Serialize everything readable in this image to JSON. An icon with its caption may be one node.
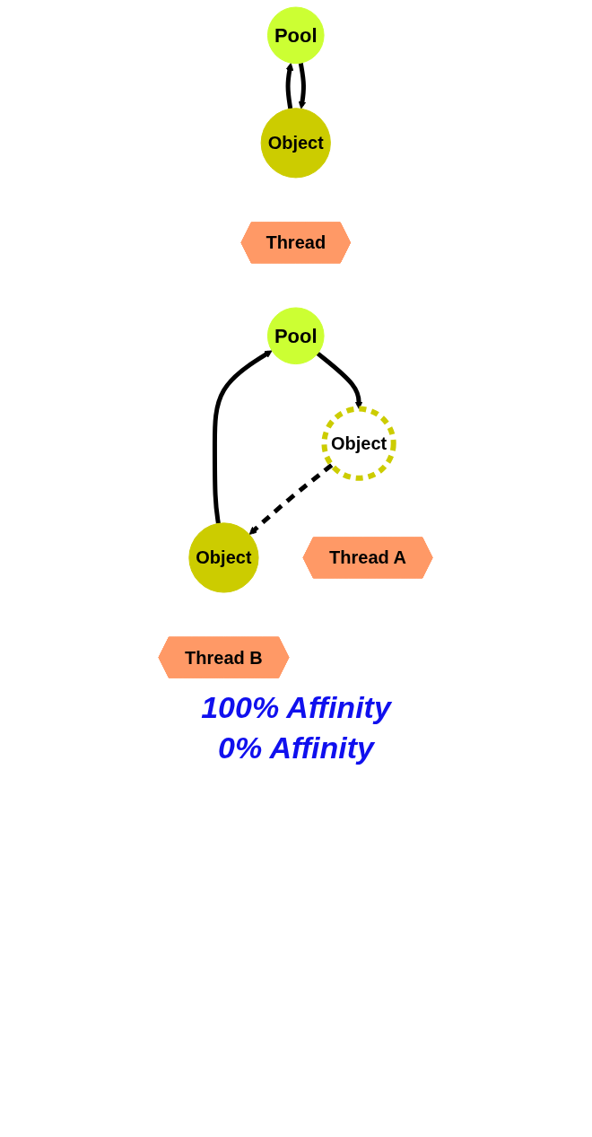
{
  "diagram": {
    "nodes": [
      {
        "text": [
          "Pool"
        ]
      },
      {
        "text": [
          "Object"
        ]
      },
      {
        "text": [
          "Thread"
        ]
      },
      {
        "text": [
          "Pool"
        ]
      },
      {
        "text": [
          "Object"
        ]
      },
      {
        "text": [
          "Object"
        ]
      },
      {
        "text": [
          "Thread A"
        ]
      },
      {
        "text": [
          "Thread B"
        ]
      }
    ],
    "edges": [
      {
        "from": 0,
        "to": 1,
        "arrow": "to"
      },
      {
        "from": 1,
        "to": 0,
        "arrow": "to"
      },
      {
        "from": 3,
        "to": 4,
        "arrow": "to"
      },
      {
        "from": 4,
        "to": 5,
        "arrow": "to",
        "style": "dashed"
      },
      {
        "from": 5,
        "to": 3,
        "arrow": "to"
      }
    ],
    "labels": [
      "100% Affinity",
      "0% Affinity"
    ]
  }
}
